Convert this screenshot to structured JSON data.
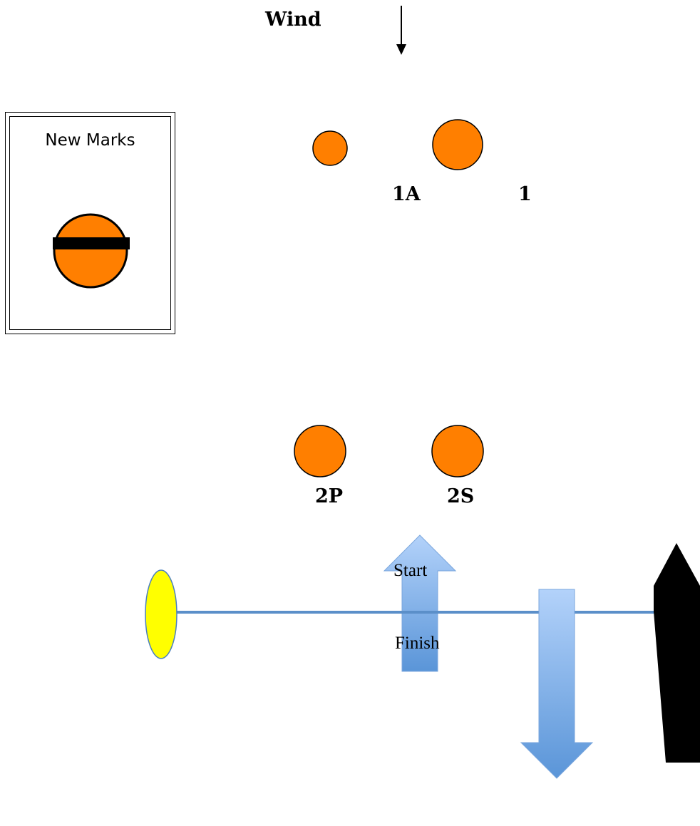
{
  "wind": {
    "label": "Wind"
  },
  "legend": {
    "title": "New Marks",
    "icon": "new-mark-icon"
  },
  "marks": [
    {
      "label": "1A"
    },
    {
      "label": "1"
    },
    {
      "label": "2P"
    },
    {
      "label": "2S"
    }
  ],
  "line": {
    "start_label": "Start",
    "finish_label": "Finish"
  },
  "colors": {
    "mark": "#ff7f00",
    "pin_buoy": "#ffff00",
    "line": "#5b8fc9",
    "arrow_light": "#a8c8f5",
    "arrow_dark": "#5a95d8"
  }
}
